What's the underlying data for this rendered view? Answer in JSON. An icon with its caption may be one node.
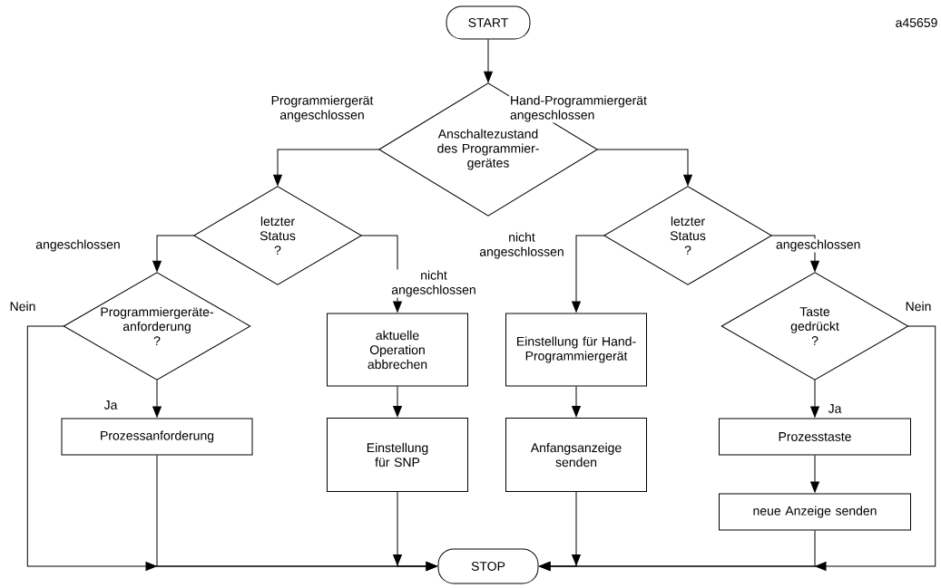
{
  "diagram": {
    "nodes": [
      {
        "text": [
          "START"
        ]
      },
      {
        "text": [
          "Anschaltezustand des Programmier- gerätes"
        ]
      },
      {
        "text": [
          "letzter Status",
          "?"
        ]
      },
      {
        "text": [
          "letzter Status",
          "?"
        ]
      },
      {
        "text": [
          "Programmiergeräte- anforderung",
          "?"
        ]
      },
      {
        "text": [
          "Taste gedrückt",
          "?"
        ]
      },
      {
        "text": [
          "aktuelle Operation abbrechen"
        ]
      },
      {
        "text": [
          "Einstellung für Hand- Programmiergerät"
        ]
      },
      {
        "text": [
          "Prozessanforderung"
        ]
      },
      {
        "text": [
          "Einstellung für SNP"
        ]
      },
      {
        "text": [
          "Anfangsanzeige senden"
        ]
      },
      {
        "text": [
          "Prozesstaste"
        ]
      },
      {
        "text": [
          "neue Anzeige senden"
        ]
      },
      {
        "text": [
          "STOP"
        ]
      }
    ],
    "edges": [
      {
        "from": 0,
        "to": 1,
        "arrow": "to"
      },
      {
        "from": 1,
        "to": 2,
        "arrow": "to",
        "label": "Programmiergerät angeschlossen"
      },
      {
        "from": 1,
        "to": 3,
        "arrow": "to",
        "label": "Hand-Programmiergerät angeschlossen"
      },
      {
        "from": 2,
        "to": 4,
        "arrow": "to",
        "label": "angeschlossen"
      },
      {
        "from": 2,
        "to": 6,
        "arrow": "to",
        "label": "nicht angeschlossen"
      },
      {
        "from": 3,
        "to": 7,
        "arrow": "to",
        "label": "nicht angeschlossen"
      },
      {
        "from": 3,
        "to": 5,
        "arrow": "to",
        "label": "angeschlossen"
      },
      {
        "from": 4,
        "to": 8,
        "arrow": "to",
        "label": "Ja"
      },
      {
        "from": 4,
        "to": 13,
        "arrow": "to",
        "label": "Nein"
      },
      {
        "from": 6,
        "to": 9,
        "arrow": "to"
      },
      {
        "from": 7,
        "to": 10,
        "arrow": "to"
      },
      {
        "from": 5,
        "to": 11,
        "arrow": "to",
        "label": "Ja"
      },
      {
        "from": 11,
        "to": 12,
        "arrow": "to"
      },
      {
        "from": 8,
        "to": 13,
        "arrow": "to"
      },
      {
        "from": 9,
        "to": 13,
        "arrow": "to"
      },
      {
        "from": 10,
        "to": 13,
        "arrow": "to"
      },
      {
        "from": 12,
        "to": 13,
        "arrow": "to"
      },
      {
        "from": 5,
        "to": 13,
        "arrow": "to",
        "label": "Nein"
      }
    ],
    "labels": [
      "a45659"
    ]
  }
}
